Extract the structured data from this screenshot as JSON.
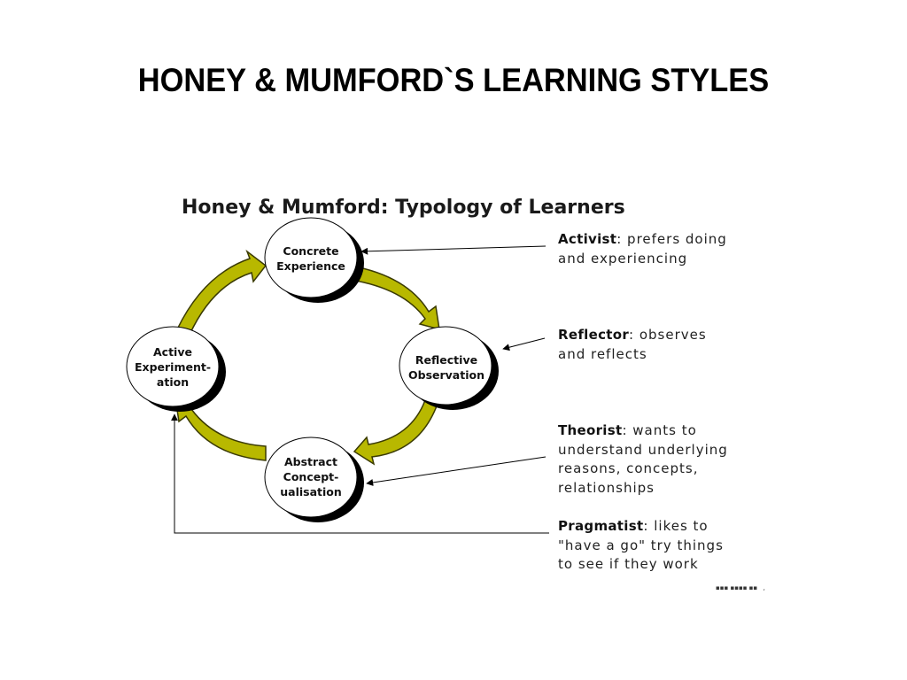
{
  "slide": {
    "title": "HONEY & MUMFORD`S LEARNING STYLES"
  },
  "figure": {
    "title": "Honey & Mumford:  Typology of Learners",
    "cycle_nodes": [
      {
        "id": "concrete",
        "lines": [
          "Concrete",
          "Experience"
        ]
      },
      {
        "id": "reflective",
        "lines": [
          "Reflective",
          "Observation"
        ]
      },
      {
        "id": "abstract",
        "lines": [
          "Abstract",
          "Concept-",
          "ualisation"
        ]
      },
      {
        "id": "active",
        "lines": [
          "Active",
          "Experiment-",
          "ation"
        ]
      }
    ],
    "learner_types": [
      {
        "term": "Activist",
        "first_rest": ": prefers doing",
        "more_lines": [
          "and experiencing"
        ]
      },
      {
        "term": "Reflector",
        "first_rest": ": observes",
        "more_lines": [
          "and reflects"
        ]
      },
      {
        "term": "Theorist",
        "first_rest": ": wants to",
        "more_lines": [
          "understand underlying",
          "reasons, concepts,",
          "relationships"
        ]
      },
      {
        "term": "Pragmatist",
        "first_rest": ": likes to",
        "more_lines": [
          "\"have a go\" try things",
          "to see if they work"
        ]
      }
    ],
    "colors": {
      "cycle_arrow_fill": "#b8b800",
      "cycle_arrow_stroke": "#3a3a00",
      "node_fill": "#ffffff",
      "node_shadow": "#000000"
    }
  }
}
